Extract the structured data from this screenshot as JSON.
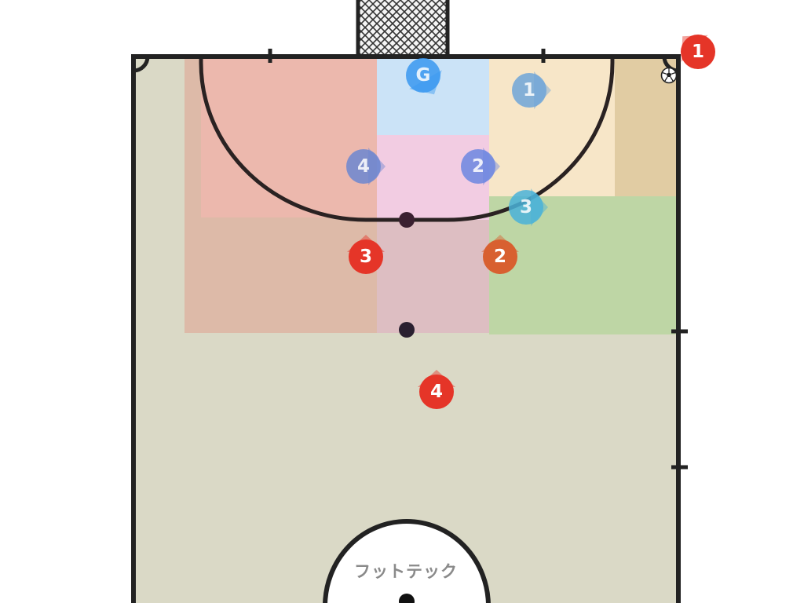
{
  "court": {
    "surface_color": "#dad9c6",
    "line_color": "#222222",
    "watermark": "フットテック"
  },
  "zones": [
    {
      "id": "left-wide",
      "color": "#e0a090",
      "opacity": 0.55
    },
    {
      "id": "left-central",
      "color": "#f6b8b0",
      "opacity": 0.6
    },
    {
      "id": "goal-area",
      "color": "#c8e4ff",
      "opacity": 0.85
    },
    {
      "id": "central-middle",
      "color": "#f8c8e8",
      "opacity": 0.8
    },
    {
      "id": "central-deep",
      "color": "#e0a8c0",
      "opacity": 0.55
    },
    {
      "id": "right-upper",
      "color": "#fbe8c8",
      "opacity": 0.85
    },
    {
      "id": "right-corner",
      "color": "#e8c080",
      "opacity": 0.5
    },
    {
      "id": "right-lower",
      "color": "#a8d48a",
      "opacity": 0.55
    }
  ],
  "team_home": {
    "name": "blue",
    "players": [
      {
        "label": "G",
        "color": "#3a98f0",
        "facing": "down-right"
      },
      {
        "label": "1",
        "color": "#6fa4d8",
        "facing": "right"
      },
      {
        "label": "2",
        "color": "#6c86e0",
        "facing": "right"
      },
      {
        "label": "3",
        "color": "#4ab2d8",
        "facing": "right"
      },
      {
        "label": "4",
        "color": "#6c86d0",
        "facing": "right"
      }
    ]
  },
  "team_away": {
    "name": "red",
    "players": [
      {
        "label": "1",
        "color": "#e53528",
        "facing": "up-left"
      },
      {
        "label": "2",
        "color": "#d86030",
        "facing": "up"
      },
      {
        "label": "3",
        "color": "#e53528",
        "facing": "up"
      },
      {
        "label": "4",
        "color": "#e53528",
        "facing": "up"
      }
    ]
  },
  "ball": {
    "icon": "soccer-ball-icon"
  }
}
